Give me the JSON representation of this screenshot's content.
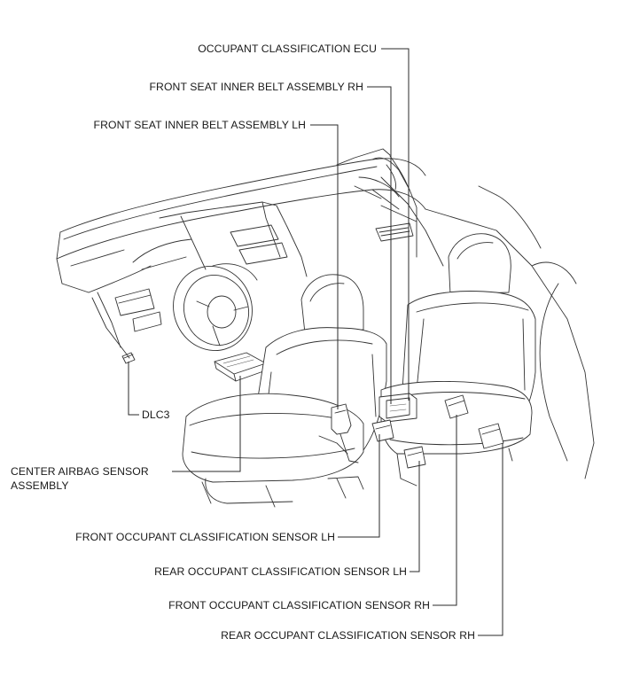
{
  "labels": {
    "occupant_classification_ecu": "OCCUPANT CLASSIFICATION ECU",
    "front_seat_inner_belt_rh": "FRONT SEAT INNER BELT ASSEMBLY RH",
    "front_seat_inner_belt_lh": "FRONT SEAT INNER BELT ASSEMBLY LH",
    "dlc3": "DLC3",
    "center_airbag_sensor_line1": "CENTER AIRBAG SENSOR",
    "center_airbag_sensor_line2": "ASSEMBLY",
    "front_occupant_sensor_lh": "FRONT OCCUPANT CLASSIFICATION SENSOR LH",
    "rear_occupant_sensor_lh": "REAR OCCUPANT CLASSIFICATION SENSOR LH",
    "front_occupant_sensor_rh": "FRONT OCCUPANT CLASSIFICATION SENSOR RH",
    "rear_occupant_sensor_rh": "REAR OCCUPANT CLASSIFICATION SENSOR RH"
  }
}
